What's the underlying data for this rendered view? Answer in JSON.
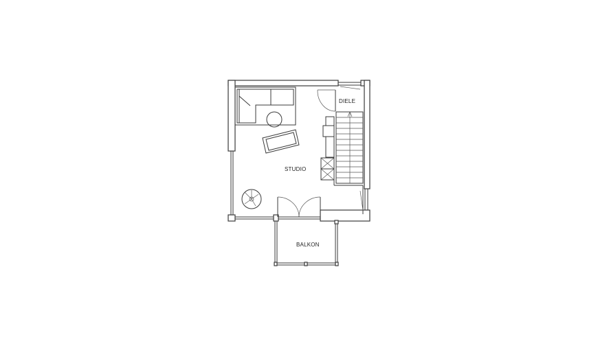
{
  "rooms": {
    "studio": "STUDIO",
    "diele": "DIELE",
    "balkon": "BALKON"
  },
  "colors": {
    "line": "#3a3a3a",
    "background": "#ffffff"
  }
}
